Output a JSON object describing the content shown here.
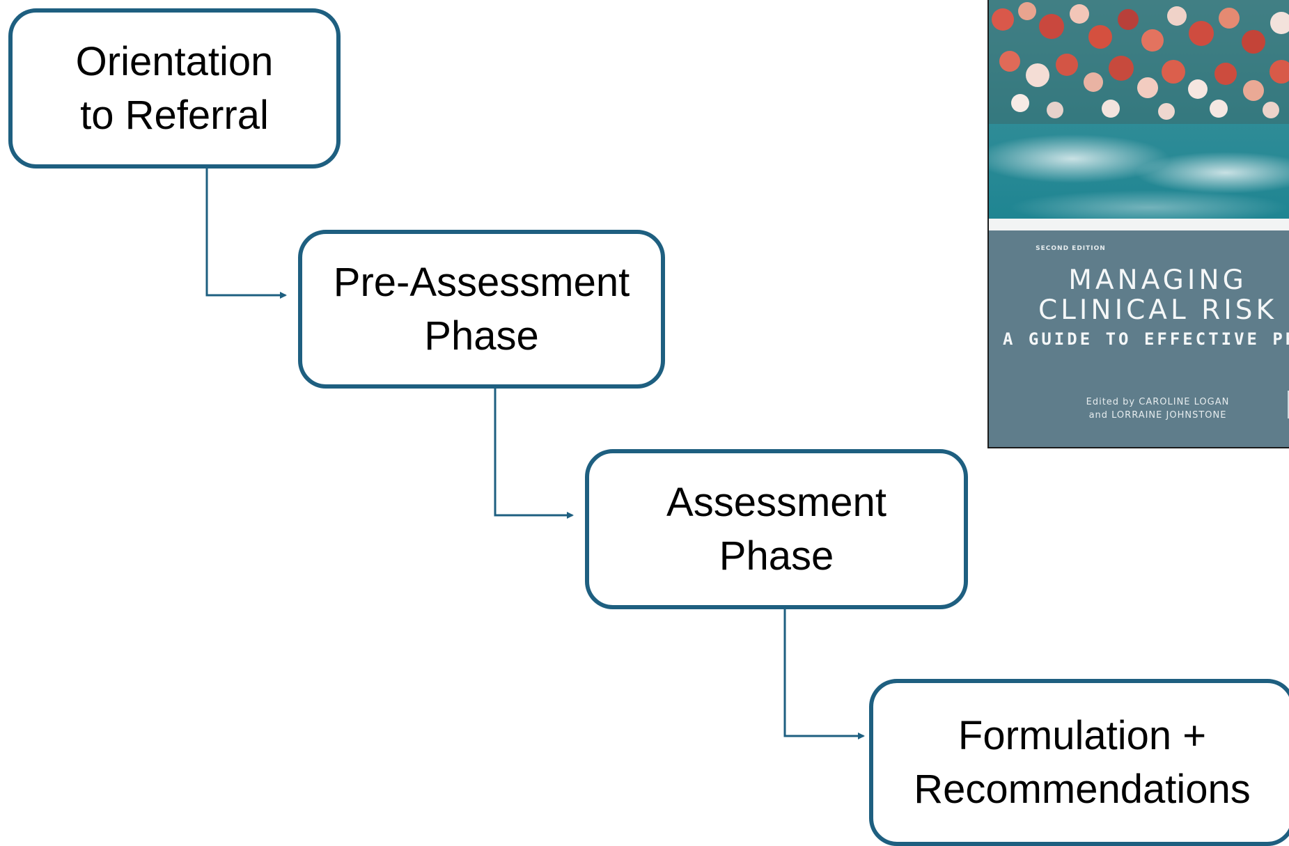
{
  "diagram": {
    "steps": [
      {
        "lines": [
          "Orientation",
          "to Referral"
        ]
      },
      {
        "lines": [
          "Pre-Assessment",
          "Phase"
        ]
      },
      {
        "lines": [
          "Assessment",
          "Phase"
        ]
      },
      {
        "lines": [
          "Formulation +",
          "Recommendations"
        ]
      }
    ]
  },
  "book_cover": {
    "edition": "SECOND EDITION",
    "title_lines": [
      "MANAGING",
      "CLINICAL RISK"
    ],
    "subtitle": "A GUIDE TO EFFECTIVE PRACTICE",
    "editors_lines": [
      "Edited by CAROLINE LOGAN",
      "and LORRAINE JOHNSTONE"
    ]
  },
  "colors": {
    "box_border": "#1e5f80",
    "connector": "#1e5f80",
    "cover_panel": "#5f7d8b"
  }
}
